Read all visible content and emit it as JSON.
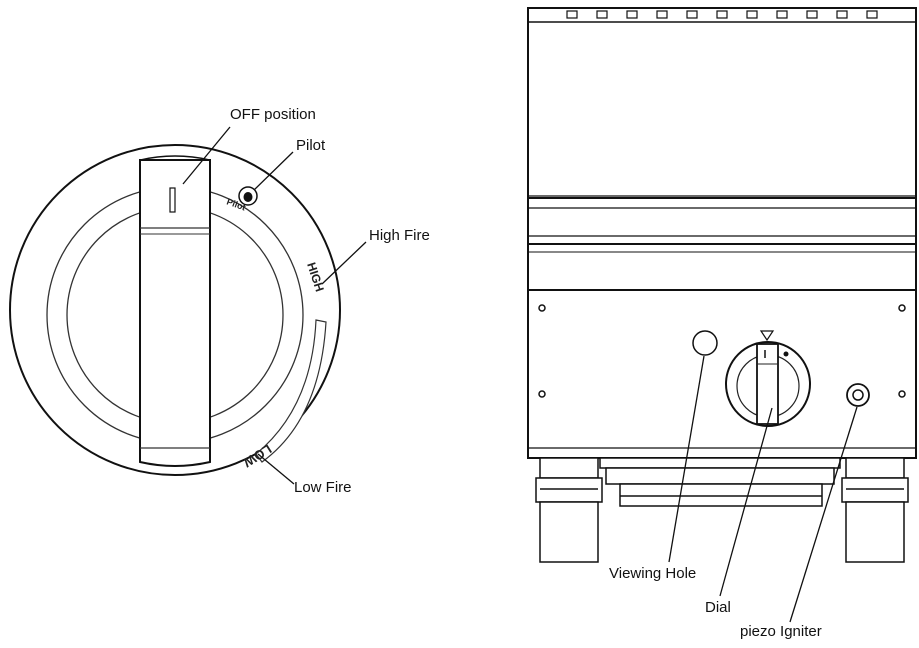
{
  "knob_figure": {
    "labels": {
      "off_position": "OFF position",
      "pilot": "Pilot",
      "high_fire": "High Fire",
      "low_fire": "Low Fire"
    },
    "dial_markings": {
      "pilot": "Pilot",
      "high": "HIGH",
      "low": "LOW"
    }
  },
  "appliance_figure": {
    "labels": {
      "viewing_hole": "Viewing Hole",
      "dial": "Dial",
      "piezo_igniter": "piezo Igniter"
    }
  }
}
